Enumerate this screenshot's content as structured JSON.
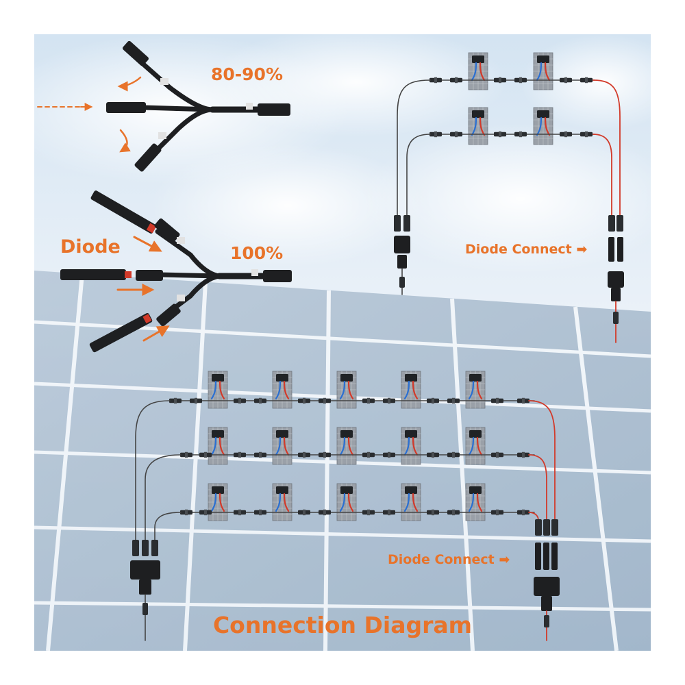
{
  "labels": {
    "efficiency_3to1": "80-90%",
    "efficiency_diode": "100%",
    "diode": "Diode",
    "diode_connect_top": "Diode Connect ➡",
    "diode_connect_bottom": "Diode Connect ➡",
    "title": "Connection Diagram"
  },
  "colors": {
    "accent": "#e8732a",
    "positive_wire": "#d23a2a",
    "negative_wire": "#2a6fd2",
    "neutral_wire": "#444444",
    "panel": "#8f9399"
  },
  "diagrams": {
    "small_array": {
      "rows": 2,
      "panels_per_row": 2
    },
    "large_array": {
      "rows": 3,
      "panels_per_row": 5
    }
  }
}
